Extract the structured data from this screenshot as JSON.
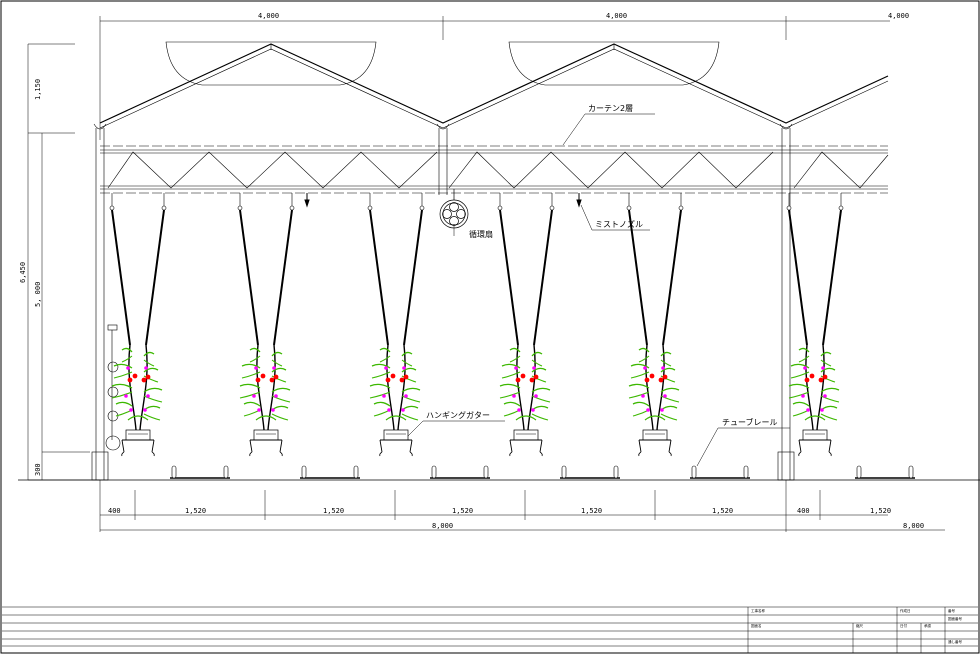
{
  "dimensions": {
    "top": [
      "4,000",
      "4,000",
      "4,000"
    ],
    "left": [
      "1,150",
      "6,450",
      "5, 000",
      "300"
    ],
    "bottom_row": [
      "400",
      "1,520",
      "1,520",
      "1,520",
      "1,520",
      "1,520",
      "400",
      "1,520"
    ],
    "bottom_totals": [
      "8,000",
      "8,000"
    ]
  },
  "labels": {
    "curtain": "カーテン2層",
    "fan": "循環扇",
    "mist": "ミストノズル",
    "gutter": "ハンギングガター",
    "rail": "チューブレール"
  },
  "title_block": {
    "project": "工事名称",
    "drawing": "図面名",
    "scale": "縮尺",
    "created": "作成日",
    "number": "番号",
    "drawing_no": "図面番号",
    "date": "日付",
    "approval": "承認",
    "sheet": "通し番号"
  },
  "colors": {
    "line": "#000000",
    "plant": "#3cb800",
    "flower_red": "#ff0000",
    "flower_magenta": "#ff00ff"
  }
}
